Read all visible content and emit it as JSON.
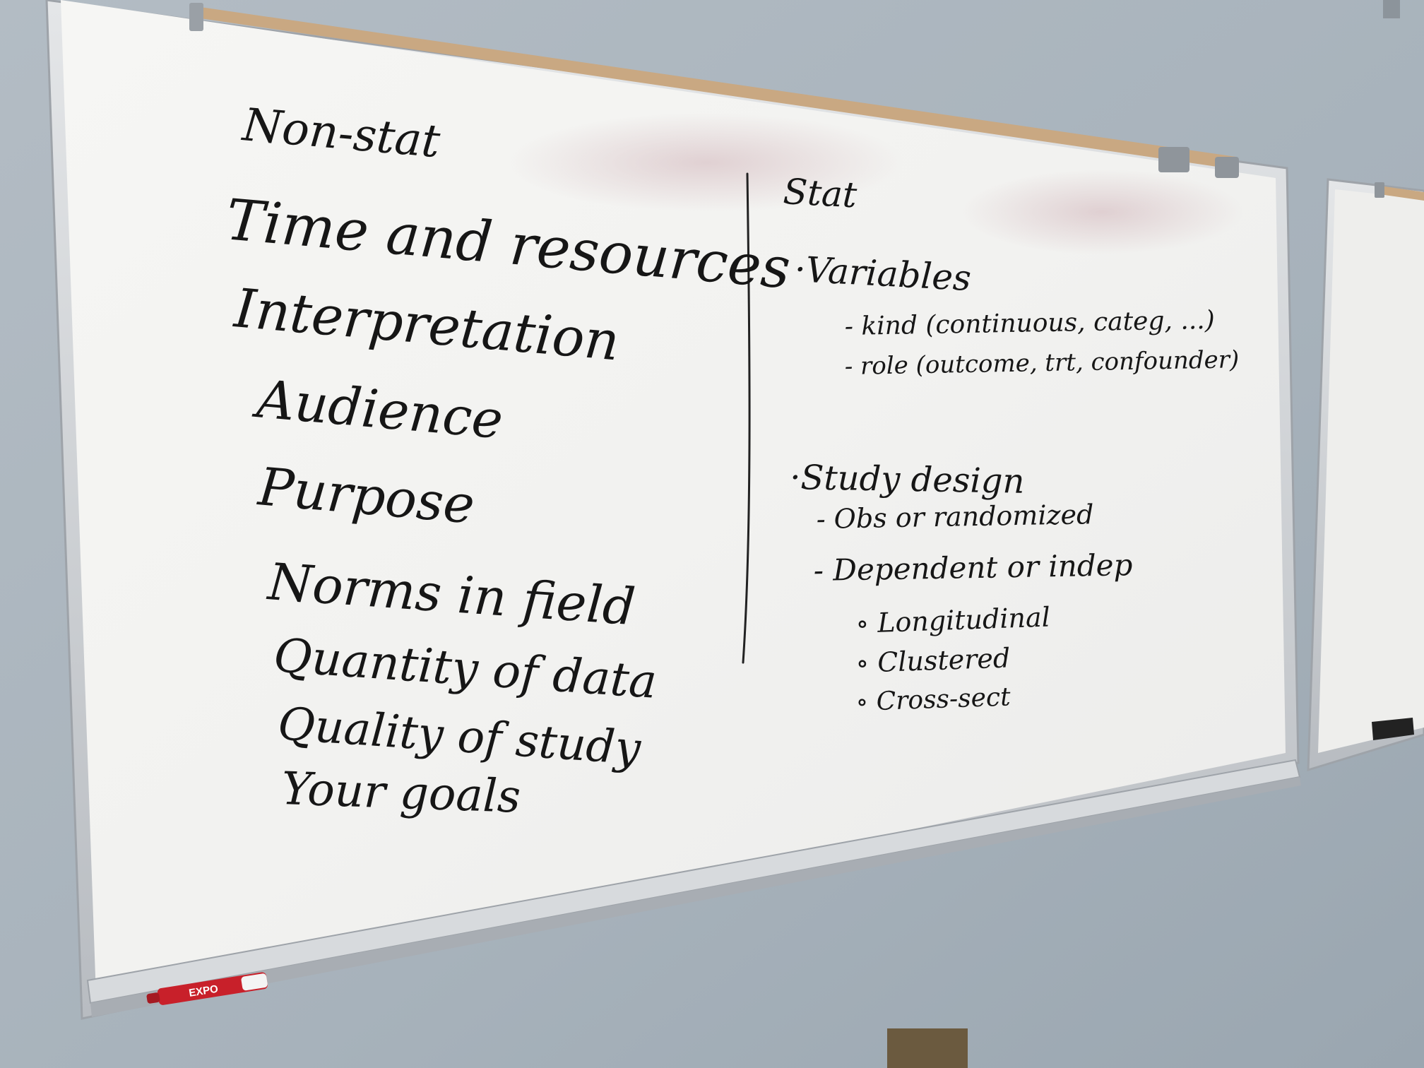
{
  "left_column": {
    "heading": "Non-stat",
    "items": [
      "Time and resources",
      "Interpretation",
      "Audience",
      "Purpose",
      "Norms in field",
      "Quantity of data",
      "Quality of study",
      "Your goals"
    ]
  },
  "right_column": {
    "heading": "Stat",
    "variables": {
      "label": "·Variables",
      "items": [
        "- kind (continuous, categ, ...)",
        "- role (outcome, trt, confounder)"
      ]
    },
    "study_design": {
      "label": "·Study design",
      "items": [
        "- Obs or randomized",
        "- Dependent or indep"
      ],
      "subitems": [
        "∘ Longitudinal",
        "∘ Clustered",
        "∘ Cross-sect"
      ]
    }
  },
  "marker": {
    "brand": "EXPO"
  },
  "colors": {
    "wall": "#a9b4bd",
    "board": "#f3f3f1",
    "frame": "#c9ccd0",
    "ink": "#161616",
    "marker_red": "#c8202a",
    "tray_wood": "#c9a882"
  }
}
